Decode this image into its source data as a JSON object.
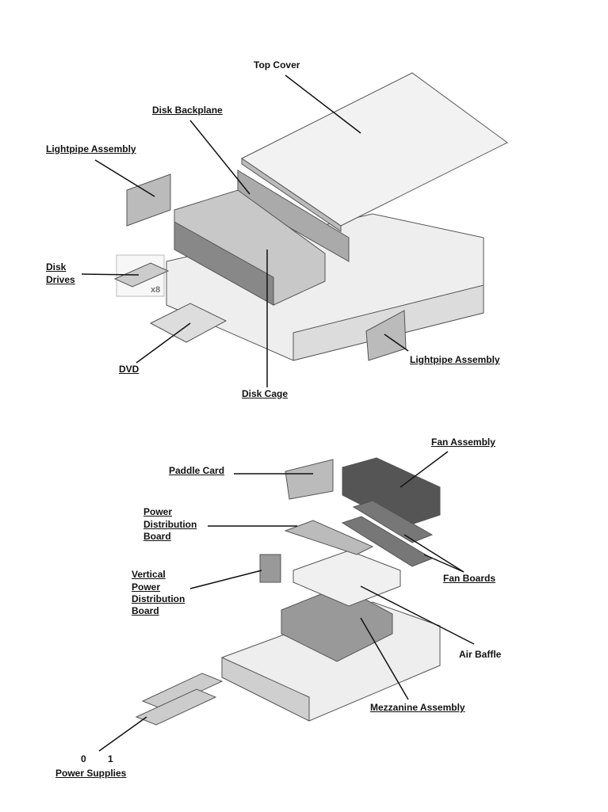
{
  "top_diagram": {
    "labels": {
      "top_cover": "Top Cover",
      "disk_backplane": "Disk Backplane",
      "lightpipe_left": "Lightpipe Assembly",
      "disk_drives_1": "Disk",
      "disk_drives_2": "Drives",
      "drive_count": "x8",
      "dvd": "DVD",
      "disk_cage": "Disk Cage",
      "lightpipe_right": "Lightpipe Assembly"
    }
  },
  "bottom_diagram": {
    "labels": {
      "fan_assembly": "Fan Assembly",
      "paddle_card": "Paddle Card",
      "pdb_1": "Power",
      "pdb_2": "Distribution",
      "pdb_3": "Board",
      "fan_boards": "Fan Boards",
      "vpdb_1": "Vertical",
      "vpdb_2": "Power",
      "vpdb_3": "Distribution",
      "vpdb_4": "Board",
      "air_baffle": "Air Baffle",
      "mezzanine": "Mezzanine Assembly",
      "ps_0": "0",
      "ps_1": "1",
      "power_supplies": "Power Supplies"
    }
  },
  "colors": {
    "line": "#111111",
    "part_fill": "#d9d9d9",
    "part_stroke": "#555555",
    "chassis": "#eeeeee"
  }
}
